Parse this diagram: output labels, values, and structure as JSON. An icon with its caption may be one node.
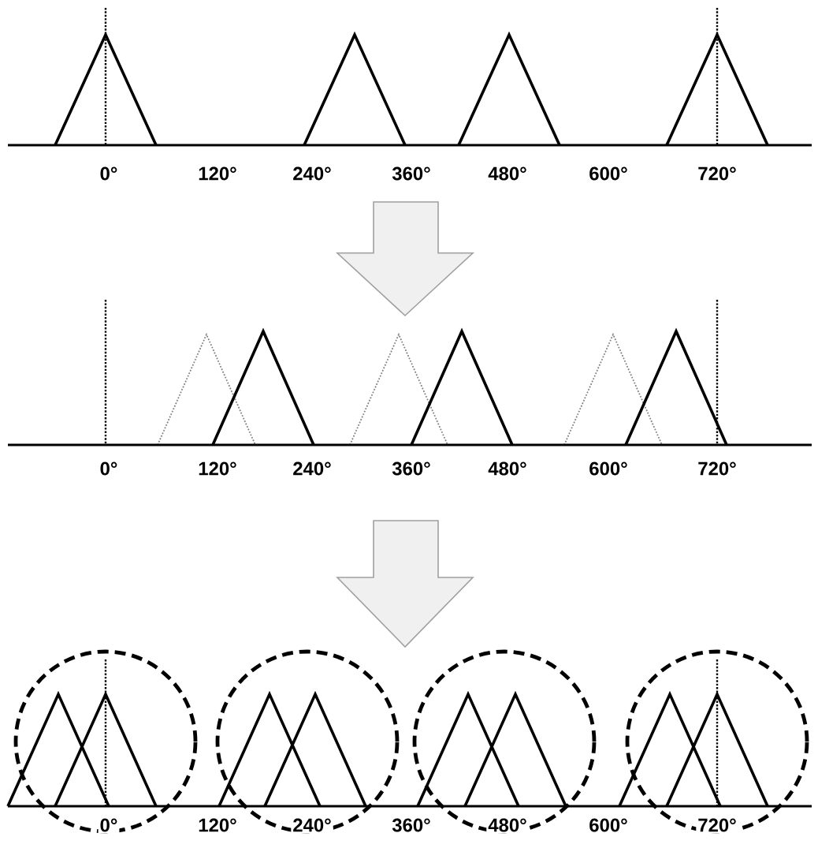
{
  "diagram": {
    "labels": [
      "0°",
      "120°",
      "240°",
      "360°",
      "480°",
      "600°",
      "720°",
      "0°",
      "120°",
      "240°",
      "360°",
      "480°",
      "600°",
      "720°",
      "0°",
      "120°",
      "240°",
      "360°",
      "480°",
      "600°",
      "720°"
    ]
  }
}
